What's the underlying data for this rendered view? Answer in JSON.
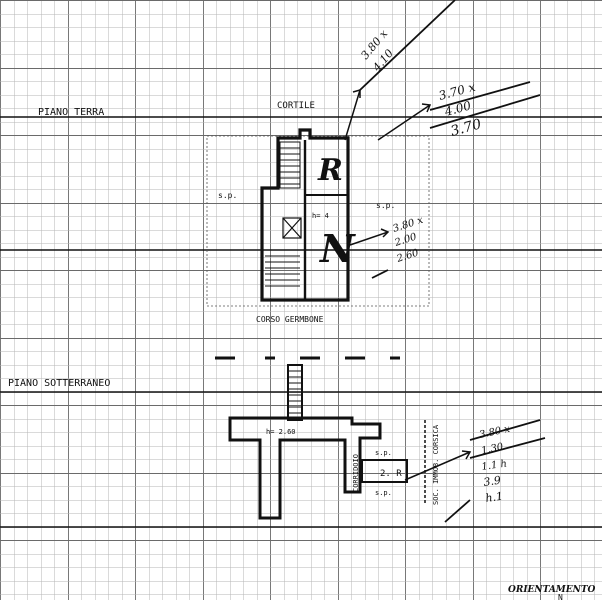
{
  "labels": {
    "piano_terra": "PIANO TERRA",
    "cortile": "CORTILE",
    "sp_left": "s.p.",
    "sp_right": "s.p.",
    "h_ground": "h= 4",
    "corso": "CORSO GERMBONE",
    "piano_sotterraneo": "PIANO SOTTERRANEO",
    "h_basement": "h= 2.60",
    "corridoio": "CORRIDOIO",
    "soc": "SOC. IMMOB. CORSICA",
    "sp_b1": "s.p.",
    "sp_b2": "s.p.",
    "room_b": "2. R",
    "orientamento": "ORIENTAMENTO",
    "north": "N"
  },
  "annotations": {
    "a1_l1": "3.80 x",
    "a1_l2": "4.10",
    "a2_l1": "3.70 x",
    "a2_l2": "4.00",
    "a2_l3": "3.70",
    "a3_l1": "3.80 x",
    "a3_l2": "2.00",
    "a3_l3": "2.60",
    "a4_l1": "3.80 x",
    "a4_l2": "1.30",
    "a4_l3": "1.1 h",
    "a4_l4": "3.9",
    "a4_l5": "h.1"
  },
  "colors": {
    "ink": "#111111",
    "grid": "#9a9a9a",
    "paper": "#ffffff"
  }
}
